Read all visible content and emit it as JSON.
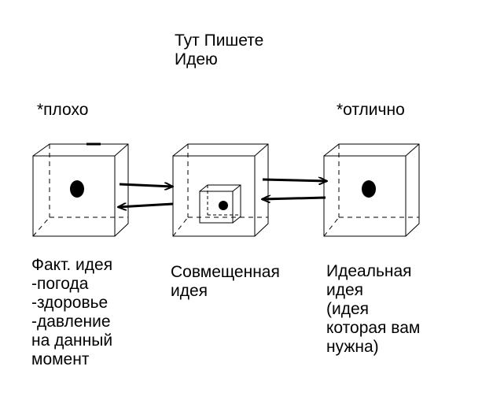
{
  "title_lines": [
    "Тут Пишете",
    "Идею"
  ],
  "label_bad": "*плохо",
  "label_good": "*отлично",
  "left_box": {
    "caption_lines": [
      "Факт. идея",
      "-погода",
      "-здоровье",
      "-давление",
      "на данный",
      "момент"
    ]
  },
  "middle_box": {
    "caption_lines": [
      "Совмещенная",
      "идея"
    ]
  },
  "right_box": {
    "caption_lines": [
      "Идеальная",
      "идея",
      "(идея",
      "которая вам",
      "нужна)"
    ]
  }
}
